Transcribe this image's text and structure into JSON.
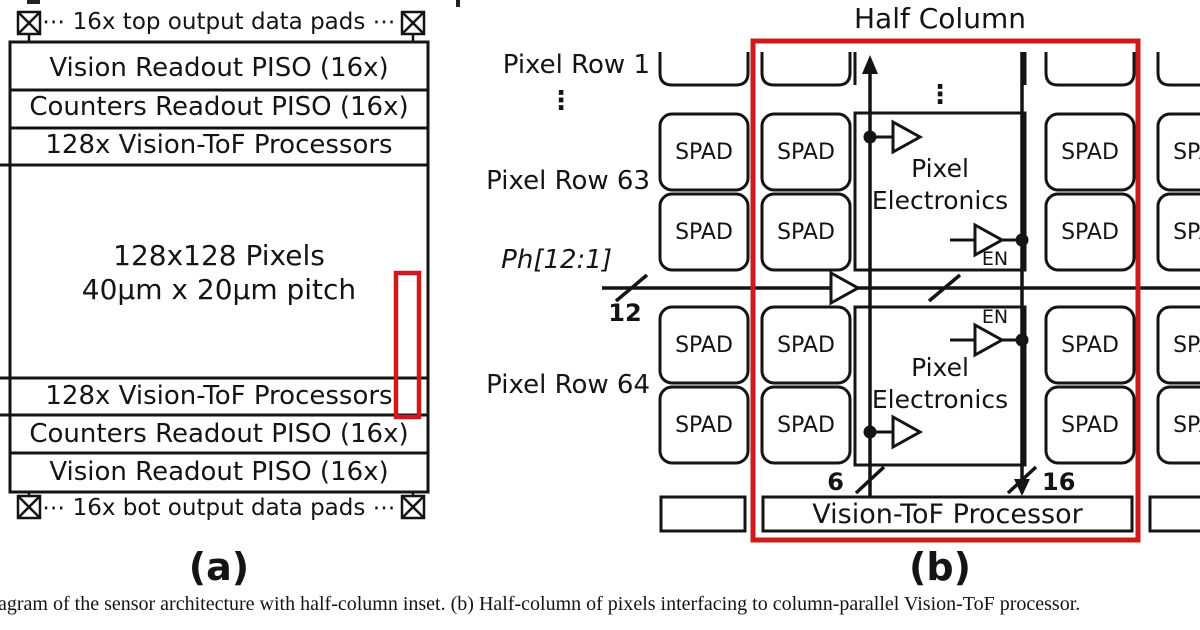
{
  "colors": {
    "ink": "#141414",
    "accent_red": "#cf1a1a"
  },
  "panel_a": {
    "label": "(a)",
    "top_pads_label": "⋯ 16x top output data pads ⋯",
    "bottom_pads_label": "⋯ 16x bot output data pads ⋯",
    "rows_top": [
      "Vision Readout PISO (16x)",
      "Counters Readout PISO (16x)",
      "128x Vision-ToF Processors"
    ],
    "pixel_area_line1": "128x128 Pixels",
    "pixel_area_line2": "40μm x 20μm pitch",
    "rows_bottom": [
      "128x Vision-ToF Processors",
      "Counters Readout PISO (16x)",
      "Vision Readout PISO (16x)"
    ]
  },
  "panel_b": {
    "label": "(b)",
    "title": "Half Column",
    "row1_label": "Pixel Row 1",
    "row63_label": "Pixel Row 63",
    "row64_label": "Pixel Row 64",
    "ph_label": "Ph[12:1]",
    "ph_bus_width": "12",
    "left_bus_width": "6",
    "right_bus_width": "16",
    "spad_label": "SPAD",
    "pe_line1": "Pixel",
    "pe_line2": "Electronics",
    "en_label": "EN",
    "processor_label": "Vision-ToF Processor",
    "vdots": "⋮"
  },
  "caption": "agram of the sensor architecture with half-column inset. (b) Half-column of pixels interfacing to column-parallel Vision-ToF processor."
}
